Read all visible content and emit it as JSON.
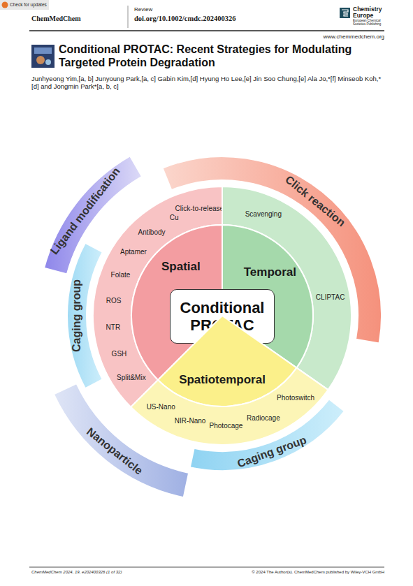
{
  "diagram": {
    "title": "Conditional PROTAC: Recent Strategies for Modulating Targeted Protein Degradation",
    "nodes": [
      {
        "text": [
          "Click reaction"
        ]
      },
      {
        "text": [
          "Ligand modification"
        ]
      },
      {
        "text": [
          "Caging group"
        ]
      },
      {
        "text": [
          "Click-to-release",
          "Cu",
          "Antibody",
          "Aptamer",
          "Folate",
          "ROS",
          "NTR",
          "GSH",
          "Split&Mix"
        ]
      },
      {
        "text": [
          "Scavenging",
          "CLIPTAC"
        ]
      },
      {
        "text": [
          "Spatial"
        ]
      },
      {
        "text": [
          "Temporal"
        ]
      },
      {
        "text": [
          "Conditional PROTAC"
        ]
      },
      {
        "text": [
          "Spatiotemporal"
        ]
      },
      {
        "text": [
          "Photoswitch",
          "Radiocage",
          "Photocage",
          "NIR-Nano",
          "US-Nano"
        ]
      },
      {
        "text": [
          "Nanoparticle"
        ]
      },
      {
        "text": [
          "Caging group"
        ]
      }
    ],
    "labels": [
      "Check for updates",
      "ChemMedChem",
      "Review",
      "doi.org/10.1002/cmdc.202400326",
      "Chemistry Europe",
      "European Chemical Societies Publishing",
      "www.chemmedchem.org",
      "Junhyeong Yim,[a, b] Junyoung Park,[a, c] Gabin Kim,[d] Hyung Ho Lee,[e] Jin Soo Chung,[e] Ala Jo,*[f] Minseob Koh,*[d] and Jongmin Park*[a, b, c]",
      "ChemMedChem 2024, 19, e202400326 (1 of 32)",
      "© 2024 The Author(s). ChemMedChem published by Wiley-VCH GmbH"
    ]
  }
}
